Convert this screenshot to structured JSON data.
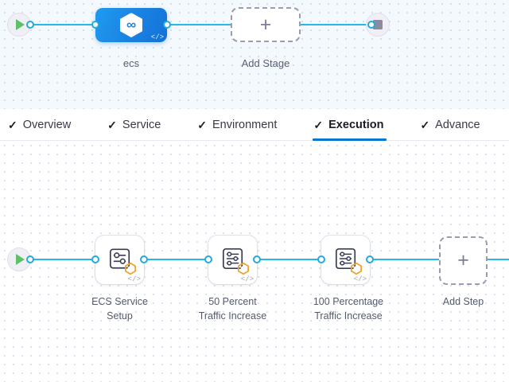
{
  "colors": {
    "accent_blue": "#0278d5",
    "connector_blue": "#29b6e8",
    "stage_blue": "#1a82e2",
    "badge_orange": "#f5a623",
    "play_green": "#5ec16a",
    "stop_gray": "#8b8aa0",
    "canvas_top_bg": "#f4f9fd",
    "canvas_bottom_bg": "#ffffff",
    "label_text": "#555a6b"
  },
  "stage_canvas": {
    "start_node": {
      "icon": "play-icon",
      "label": ""
    },
    "stage_node": {
      "label": "ecs",
      "icon": "hexagon-infinity-icon",
      "badge": "code-tag-icon",
      "badge_glyph": "</>"
    },
    "add_stage": {
      "label": "Add Stage",
      "glyph": "+"
    },
    "end_node": {
      "icon": "stop-icon"
    }
  },
  "tab_bar": {
    "tabs": [
      {
        "label": "Overview",
        "check": "✓",
        "active": false
      },
      {
        "label": "Service",
        "check": "✓",
        "active": false
      },
      {
        "label": "Environment",
        "check": "✓",
        "active": false
      },
      {
        "label": "Execution",
        "check": "✓",
        "active": true
      },
      {
        "label": "Advance",
        "check": "✓",
        "active": false
      }
    ]
  },
  "step_canvas": {
    "start_node": {
      "icon": "play-icon"
    },
    "steps": [
      {
        "label": "ECS Service\nSetup",
        "icon": "settings-sliders-icon",
        "badge": "orange-hexagon-icon",
        "code_glyph": "</>"
      },
      {
        "label": "50 Percent\nTraffic Increase",
        "icon": "settings-sliders-icon",
        "badge": "orange-hexagon-icon",
        "code_glyph": "</>"
      },
      {
        "label": "100 Percentage\nTraffic Increase",
        "icon": "settings-sliders-icon",
        "badge": "orange-hexagon-icon",
        "code_glyph": "</>"
      }
    ],
    "add_step": {
      "label": "Add Step",
      "glyph": "+"
    }
  }
}
